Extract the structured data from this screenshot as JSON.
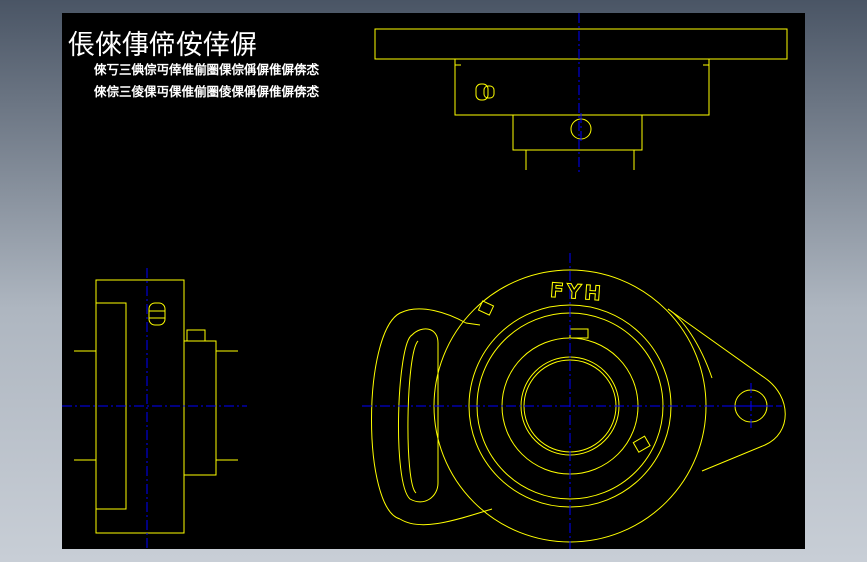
{
  "drawing": {
    "title": "倀倈倳偙侒倖偋",
    "subtitle_lines": [
      "倈丂三倎倧丏倖倠偂圏倮倧偁偋倠偋倴怸",
      "倈倧三倰倮丏倮倠偂圏倰倮偁偋倠偋倴怸"
    ],
    "brand_mark": "FYH",
    "colors": {
      "background": "#000000",
      "geometry": "#ffff00",
      "centerline": "#0000ff",
      "text": "#ffffff"
    }
  }
}
